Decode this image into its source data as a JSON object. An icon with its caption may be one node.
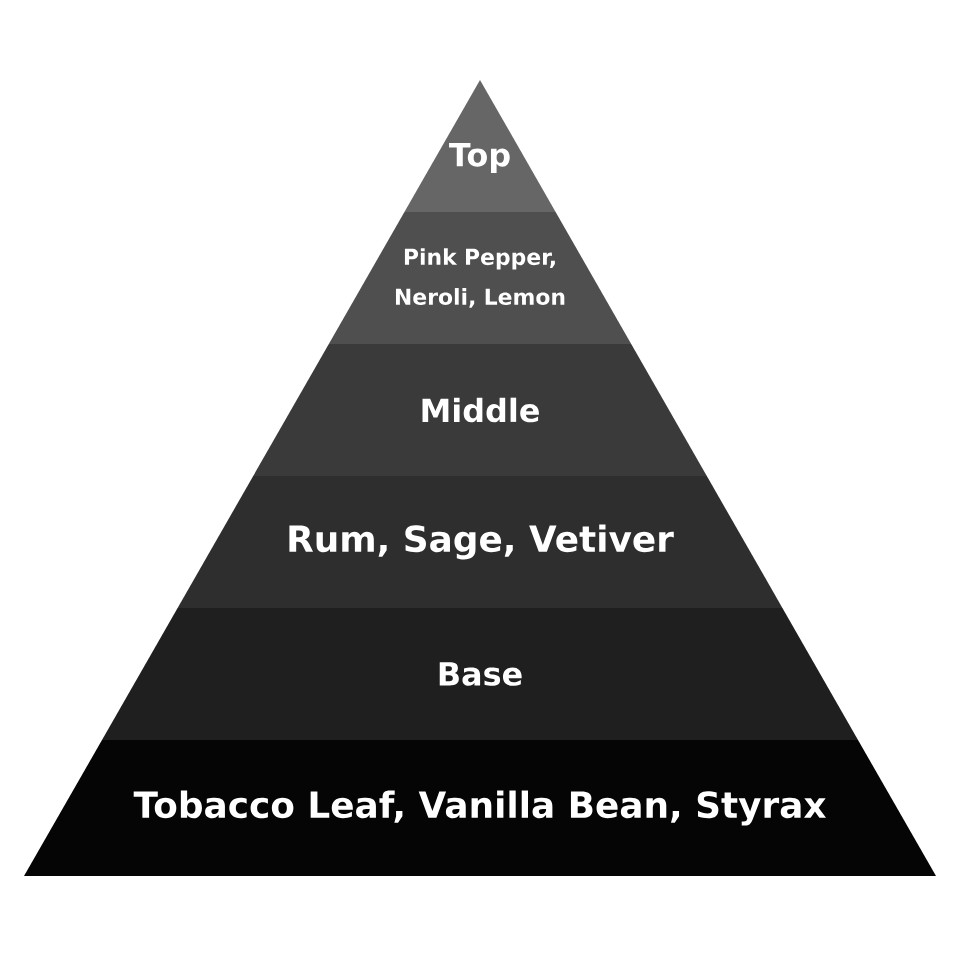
{
  "diagram": {
    "nodes": [
      {
        "text": [
          "Top"
        ]
      },
      {
        "text": [
          "Pink Pepper, Neroli, Lemon"
        ]
      },
      {
        "text": [
          "Middle"
        ]
      },
      {
        "text": [
          "Rum, Sage, Vetiver"
        ]
      },
      {
        "text": [
          "Base"
        ]
      },
      {
        "text": [
          "Tobacco Leaf, Vanilla Bean, Styrax"
        ]
      }
    ]
  }
}
